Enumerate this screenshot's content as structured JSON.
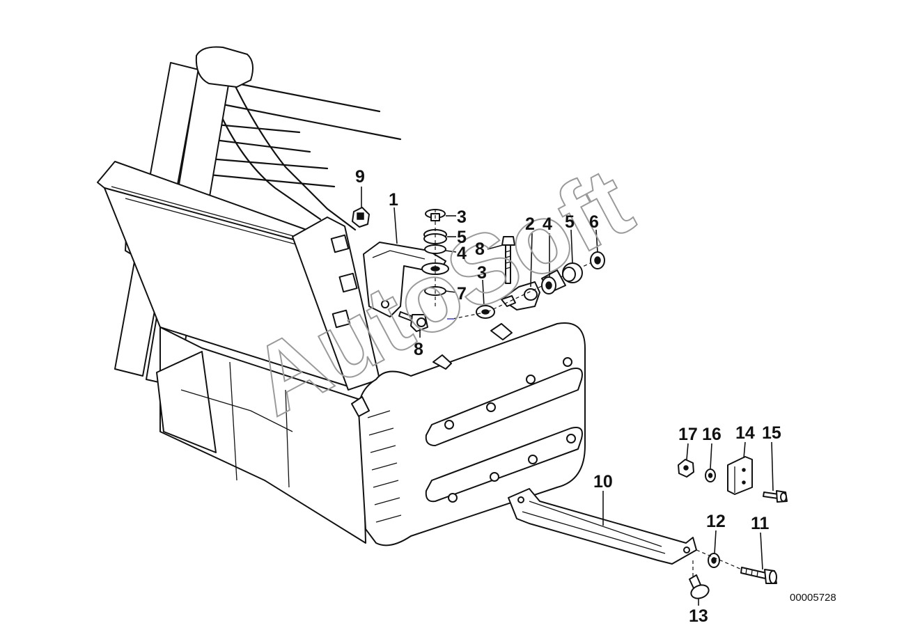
{
  "diagram": {
    "watermark": "AutoSoft",
    "reference_number": "00005728",
    "callouts": [
      "1",
      "2",
      "3",
      "3",
      "4",
      "4",
      "5",
      "5",
      "6",
      "7",
      "8",
      "8",
      "9",
      "10",
      "11",
      "12",
      "13",
      "14",
      "15",
      "16",
      "17"
    ]
  }
}
